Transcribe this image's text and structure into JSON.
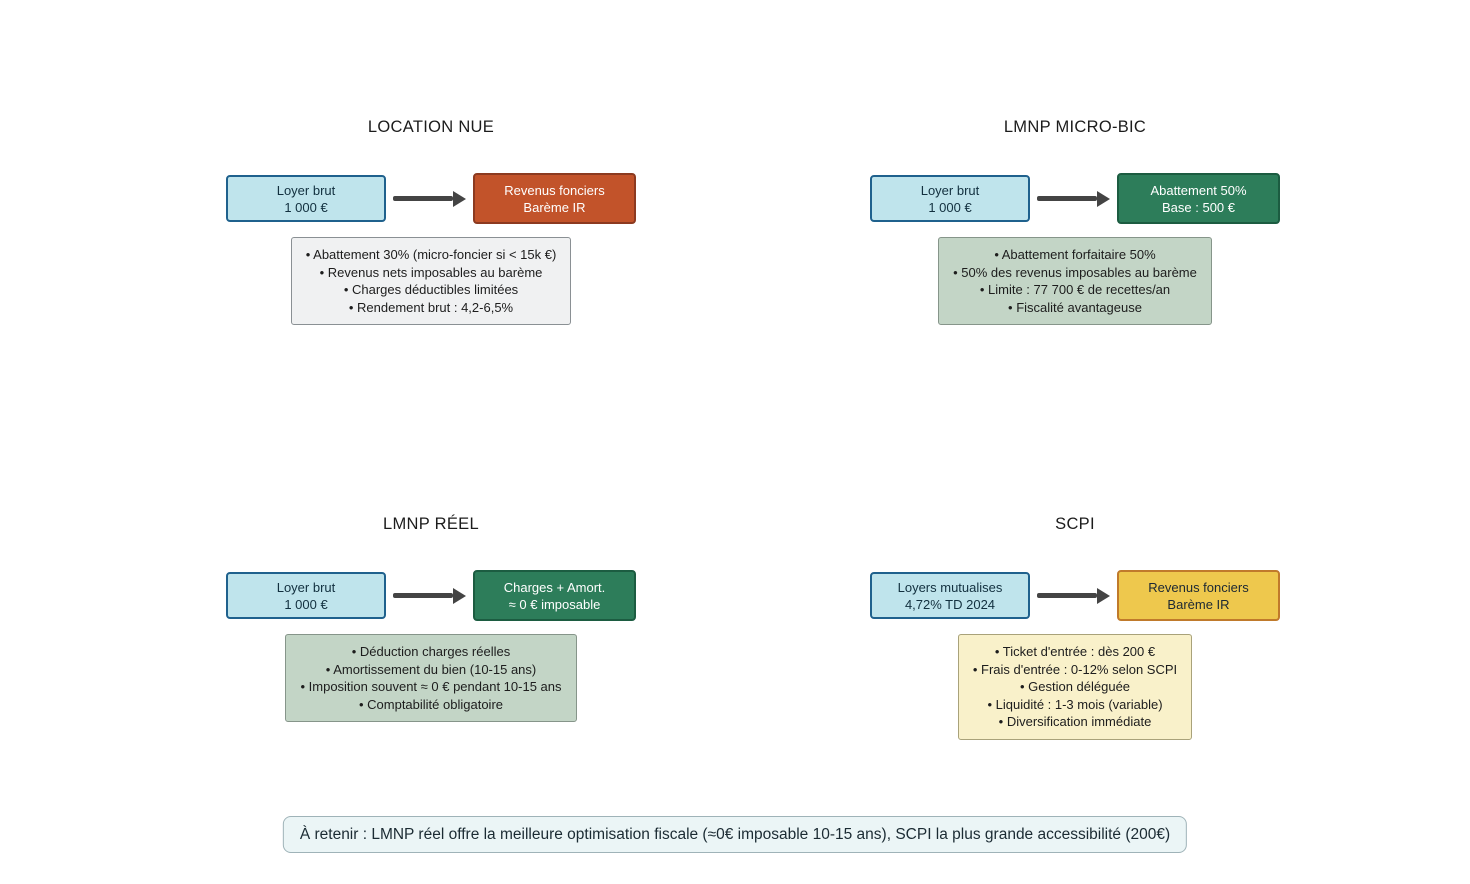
{
  "arrow_color": "#444444",
  "note": "À retenir : LMNP réel offre la meilleure optimisation fiscale (≈0€ imposable 10-15 ans), SCPI la plus grande accessibilité (200€)",
  "note_colors": {
    "bg": "#ebf5f6",
    "border": "#9fb3b8",
    "text": "#1b2b33"
  },
  "sections": [
    {
      "id": "location-nue",
      "title": "LOCATION NUE",
      "source": {
        "line1": "Loyer brut",
        "line2": "1 000 €"
      },
      "result": {
        "line1": "Revenus fonciers",
        "line2": "Barème IR"
      },
      "bullets": [
        "• Abattement 30% (micro-foncier si < 15k €)",
        "• Revenus nets imposables au barème",
        "• Charges déductibles limitées",
        "• Rendement brut : 4,2-6,5%"
      ],
      "colors": {
        "source_bg": "#bfe4ec",
        "source_border": "#1f618d",
        "source_text": "#12303f",
        "result_bg": "#c2532a",
        "result_border": "#8c3a20",
        "result_text": "#ffffff",
        "details_bg": "#f0f1f2",
        "details_border": "#8a9094",
        "details_text": "#1d1d1d"
      }
    },
    {
      "id": "lmnp-micro-bic",
      "title": "LMNP MICRO-BIC",
      "source": {
        "line1": "Loyer brut",
        "line2": "1 000 €"
      },
      "result": {
        "line1": "Abattement 50%",
        "line2": "Base : 500 €"
      },
      "bullets": [
        "• Abattement forfaitaire 50%",
        "• 50% des revenus imposables au barème",
        "• Limite : 77 700 € de recettes/an",
        "• Fiscalité avantageuse"
      ],
      "colors": {
        "source_bg": "#bfe4ec",
        "source_border": "#1f618d",
        "source_text": "#12303f",
        "result_bg": "#2d7d5a",
        "result_border": "#1c5c41",
        "result_text": "#ffffff",
        "details_bg": "#c3d5c6",
        "details_border": "#86958a",
        "details_text": "#1d1d1d"
      }
    },
    {
      "id": "lmnp-reel",
      "title": "LMNP RÉEL",
      "source": {
        "line1": "Loyer brut",
        "line2": "1 000 €"
      },
      "result": {
        "line1": "Charges + Amort.",
        "line2": "≈ 0 € imposable"
      },
      "bullets": [
        "• Déduction charges réelles",
        "• Amortissement du bien (10-15 ans)",
        "• Imposition souvent ≈ 0 € pendant 10-15 ans",
        "• Comptabilité obligatoire"
      ],
      "colors": {
        "source_bg": "#bfe4ec",
        "source_border": "#1f618d",
        "source_text": "#12303f",
        "result_bg": "#2d7d5a",
        "result_border": "#1c5c41",
        "result_text": "#ffffff",
        "details_bg": "#c3d5c6",
        "details_border": "#86958a",
        "details_text": "#1d1d1d"
      }
    },
    {
      "id": "scpi",
      "title": "SCPI",
      "source": {
        "line1": "Loyers mutualises",
        "line2": "4,72% TD 2024"
      },
      "result": {
        "line1": "Revenus fonciers",
        "line2": "Barème IR"
      },
      "bullets": [
        "• Ticket d'entrée : dès 200 €",
        "• Frais d'entrée : 0-12% selon SCPI",
        "• Gestion déléguée",
        "• Liquidité : 1-3 mois (variable)",
        "• Diversification immédiate"
      ],
      "colors": {
        "source_bg": "#bfe4ec",
        "source_border": "#1f618d",
        "source_text": "#12303f",
        "result_bg": "#eec84d",
        "result_border": "#c07a2b",
        "result_text": "#1c2833",
        "details_bg": "#f9f1ca",
        "details_border": "#a9a27a",
        "details_text": "#1d1d1d"
      }
    }
  ]
}
